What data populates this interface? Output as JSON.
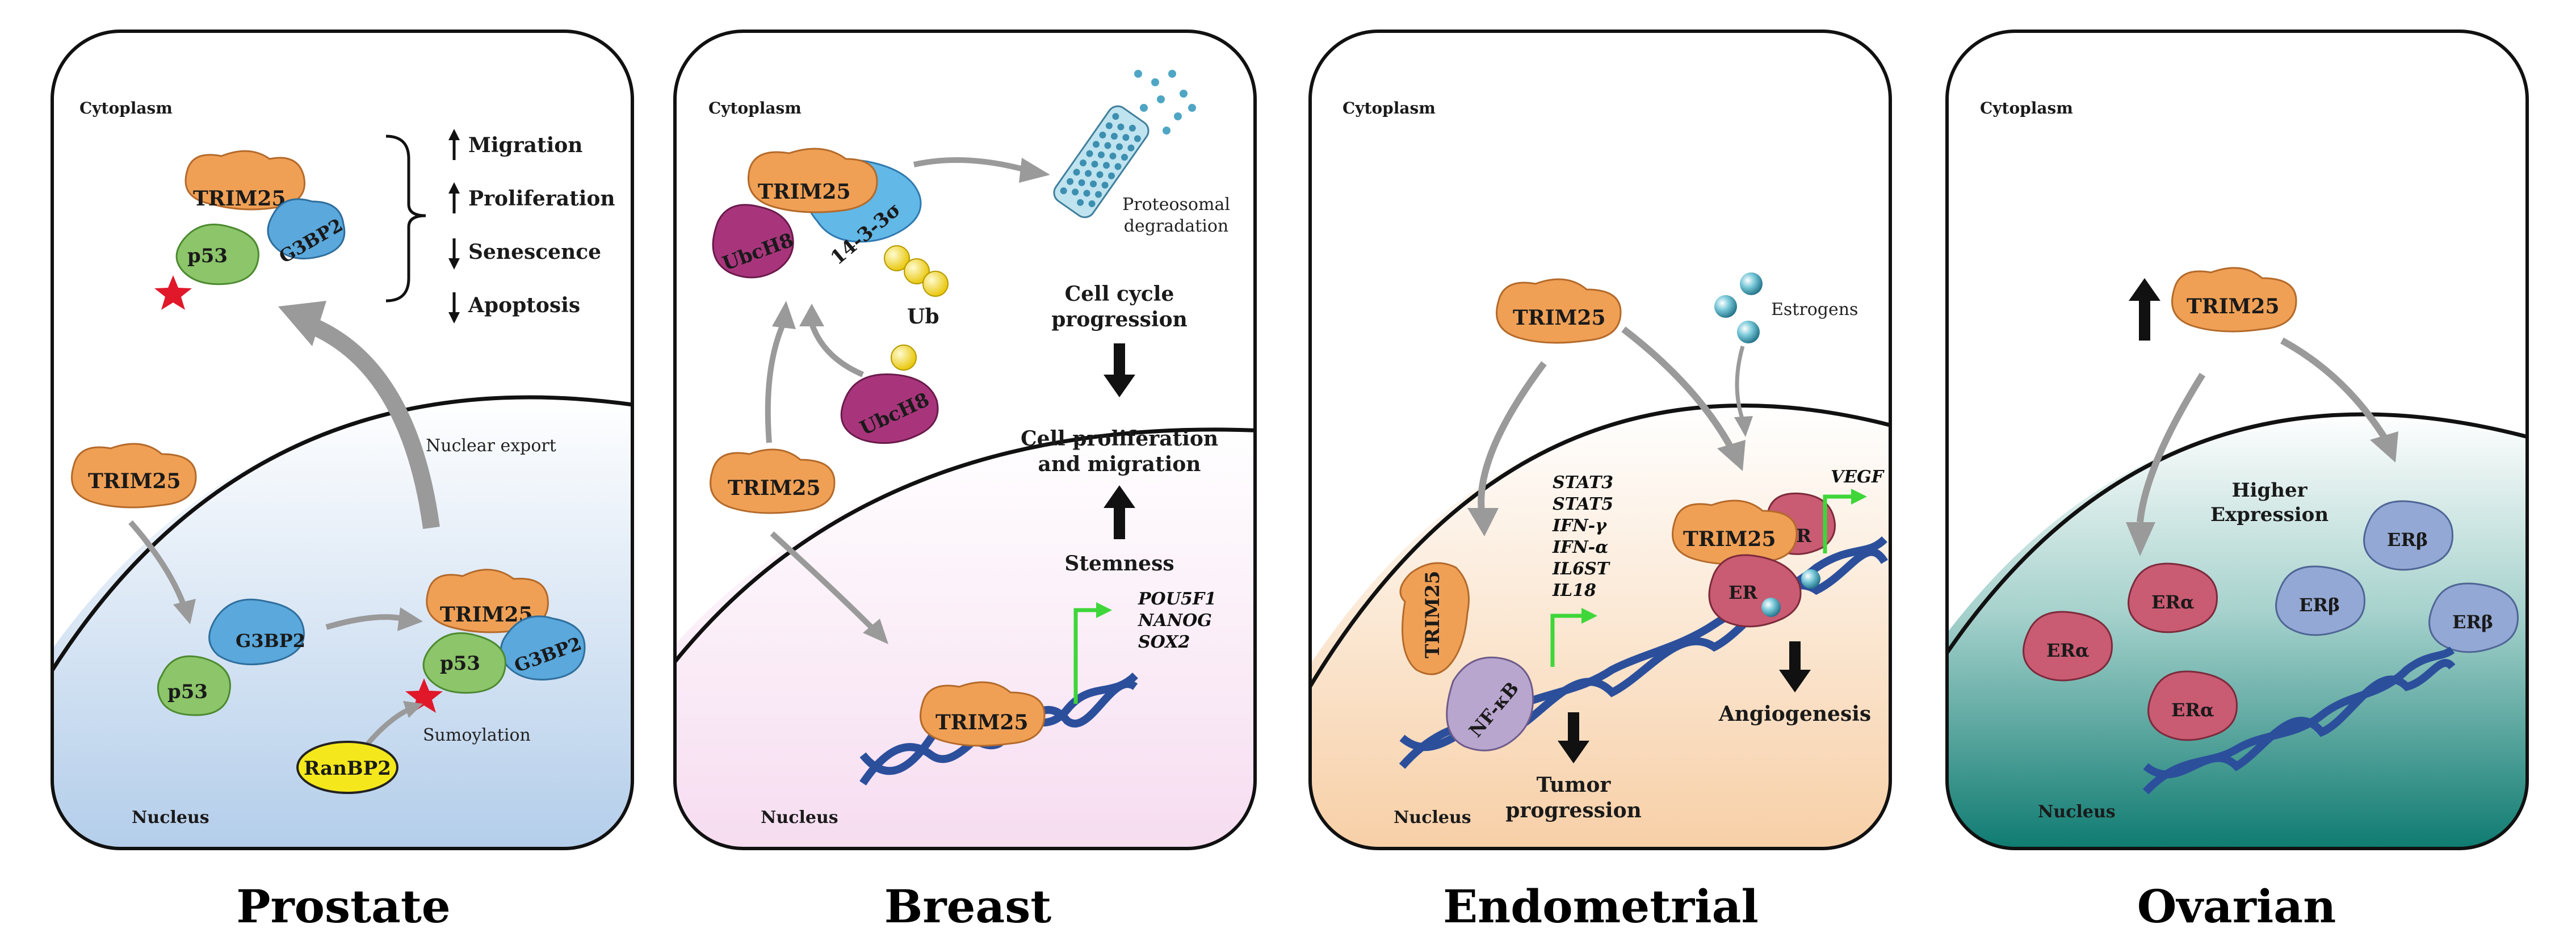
{
  "panels": {
    "prostate": {
      "title": "Prostate",
      "cytoplasm": "Cytoplasm",
      "nucleus": "Nucleus",
      "proteins": {
        "trim25": "TRIM25",
        "p53": "p53",
        "g3bp2": "G3BP2",
        "ranbp2": "RanBP2"
      },
      "effects": [
        "Migration",
        "Proliferation",
        "Senescence",
        "Apoptosis"
      ],
      "effect_directions": [
        "up",
        "up",
        "down",
        "down"
      ],
      "nuclear_export": "Nuclear export",
      "sumoylation": "Sumoylation"
    },
    "breast": {
      "title": "Breast",
      "cytoplasm": "Cytoplasm",
      "nucleus": "Nucleus",
      "proteins": {
        "trim25": "TRIM25",
        "ubch8": "UbcH8",
        "protein1433": "14-3-3σ"
      },
      "ub": "Ub",
      "proteosomal": "Proteosomal",
      "degradation": "degradation",
      "cell_cycle_1": "Cell cycle",
      "cell_cycle_2": "progression",
      "prolif_1": "Cell proliferation",
      "prolif_2": "and migration",
      "stemness": "Stemness",
      "genes": [
        "POU5F1",
        "NANOG",
        "SOX2"
      ]
    },
    "endometrial": {
      "title": "Endometrial",
      "cytoplasm": "Cytoplasm",
      "nucleus": "Nucleus",
      "proteins": {
        "trim25": "TRIM25",
        "nfkb": "NF-κB",
        "er": "ER"
      },
      "estrogens": "Estrogens",
      "genes": [
        "STAT3",
        "STAT5",
        "IFN-γ",
        "IFN-α",
        "IL6ST",
        "IL18"
      ],
      "vegf": "VEGF",
      "angiogenesis": "Angiogenesis",
      "tumor_1": "Tumor",
      "tumor_2": "progression"
    },
    "ovarian": {
      "title": "Ovarian",
      "cytoplasm": "Cytoplasm",
      "nucleus": "Nucleus",
      "proteins": {
        "trim25": "TRIM25",
        "era": "ERα",
        "erb": "ERβ"
      },
      "higher_1": "Higher",
      "higher_2": "Expression"
    }
  },
  "colors": {
    "trim25": "#f0a055",
    "p53": "#8cc56a",
    "g3bp2": "#5aa8dc",
    "ubch8": "#a8357c",
    "protein1433": "#62b8e6",
    "ranbp2": "#f4e81c",
    "nfkb": "#b9a6cf",
    "er": "#c95b72",
    "erb": "#93a8d4",
    "dna": "#2c4f9c",
    "arrow_gray": "#9a9a9a",
    "gene_arrow": "#3fd63a",
    "star": "#e0182a",
    "prostate_bg": "#b9d3ee",
    "breast_bg": "#f6e0f2",
    "endometrial_bg": "#f8d4b0",
    "ovarian_bg": "#1f8a80"
  }
}
